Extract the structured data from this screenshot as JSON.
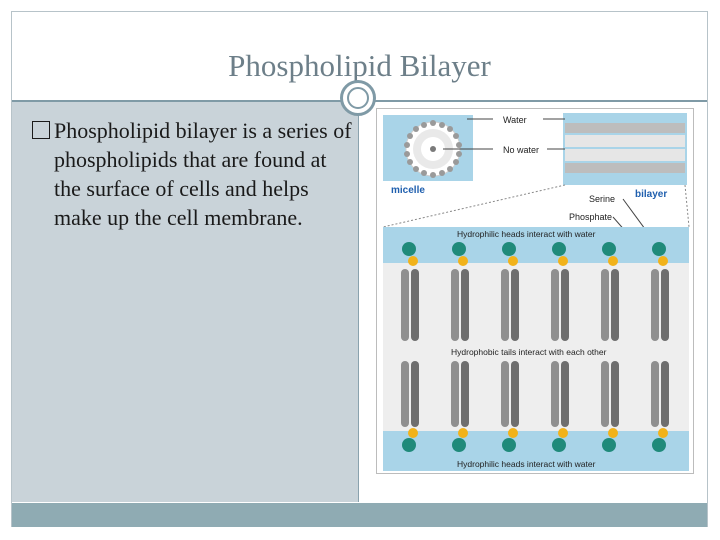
{
  "slide": {
    "title": "Phospholipid Bilayer",
    "bullet_text": "Phospholipid bilayer is a series of phospholipids that are found at the surface of cells  and helps make up the cell membrane."
  },
  "figure": {
    "labels": {
      "water": "Water",
      "no_water": "No water",
      "micelle": "micelle",
      "bilayer": "bilayer",
      "serine": "Serine",
      "phosphate": "Phosphate",
      "heads_top": "Hydrophilic heads interact with water",
      "tails": "Hydrophobic tails interact with each other",
      "heads_bottom": "Hydrophilic heads interact with water"
    }
  },
  "colors": {
    "title": "#6d7f89",
    "left_panel": "#c9d3d9",
    "accent_line": "#7f9aa6",
    "footer": "#8fabb3",
    "water_band": "#a9d4e8",
    "label_blue": "#1f5fae",
    "head_green": "#1f8a7a",
    "phosphate_yellow": "#f1b21a"
  }
}
